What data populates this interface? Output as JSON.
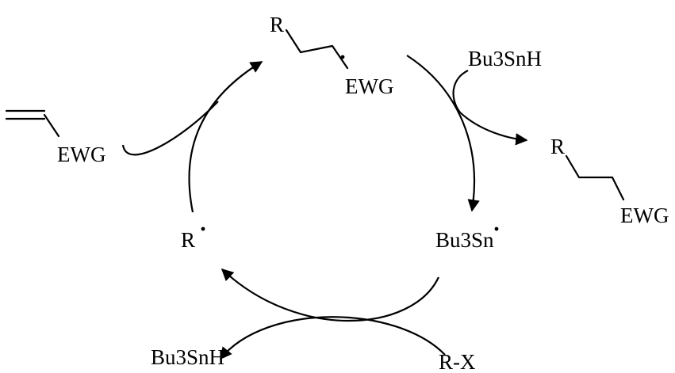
{
  "labels": {
    "top_radical_r": "R",
    "top_radical_ewg": "EWG",
    "reagent_tin_hydride_top": "Bu3SnH",
    "alkene_ewg": "EWG",
    "product_r": "R",
    "product_ewg": "EWG",
    "alkyl_radical_r": "R",
    "tin_radical_bu": "Bu",
    "tin_radical_3": "3",
    "tin_radical_sn": "Sn",
    "reagent_tin_hydride_bottom": "Bu3SnH",
    "alkyl_halide": "R-X"
  },
  "colors": {
    "ink": "#000000",
    "background": "#ffffff"
  }
}
